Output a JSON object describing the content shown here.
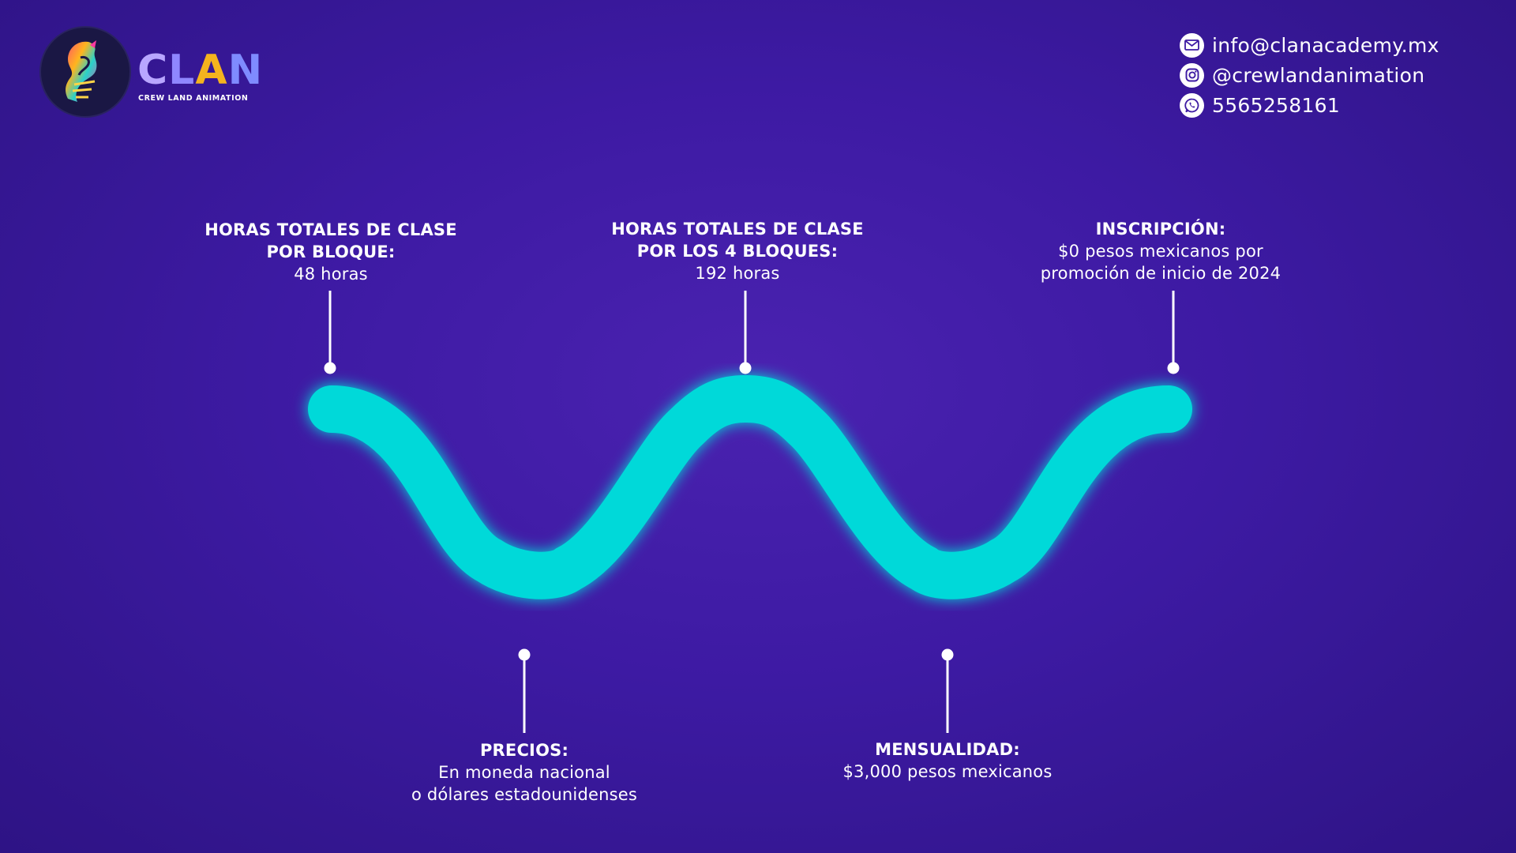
{
  "brand": {
    "logo_word": "CLAN",
    "logo_subtitle": "CREW LAND ANIMATION"
  },
  "contacts": [
    {
      "icon": "mail-icon",
      "text": "info@clanacademy.mx"
    },
    {
      "icon": "instagram-icon",
      "text": "@crewlandanimation"
    },
    {
      "icon": "whatsapp-icon",
      "text": "5565258161"
    }
  ],
  "timeline": {
    "curve_color": "#00d9d9",
    "points": [
      {
        "title_line1": "HORAS TOTALES DE CLASE",
        "title_line2": "POR BLOQUE:",
        "desc_line1": "48 horas",
        "desc_line2": ""
      },
      {
        "title_line1": "PRECIOS:",
        "title_line2": "",
        "desc_line1": "En moneda nacional",
        "desc_line2": "o dólares estadounidenses"
      },
      {
        "title_line1": "HORAS TOTALES DE CLASE",
        "title_line2": "POR LOS 4 BLOQUES:",
        "desc_line1": "192 horas",
        "desc_line2": ""
      },
      {
        "title_line1": "MENSUALIDAD:",
        "title_line2": "",
        "desc_line1": "$3,000 pesos mexicanos",
        "desc_line2": ""
      },
      {
        "title_line1": "INSCRIPCIÓN:",
        "title_line2": "",
        "desc_line1": "$0 pesos mexicanos por",
        "desc_line2": "promoción de inicio de 2024"
      }
    ]
  }
}
